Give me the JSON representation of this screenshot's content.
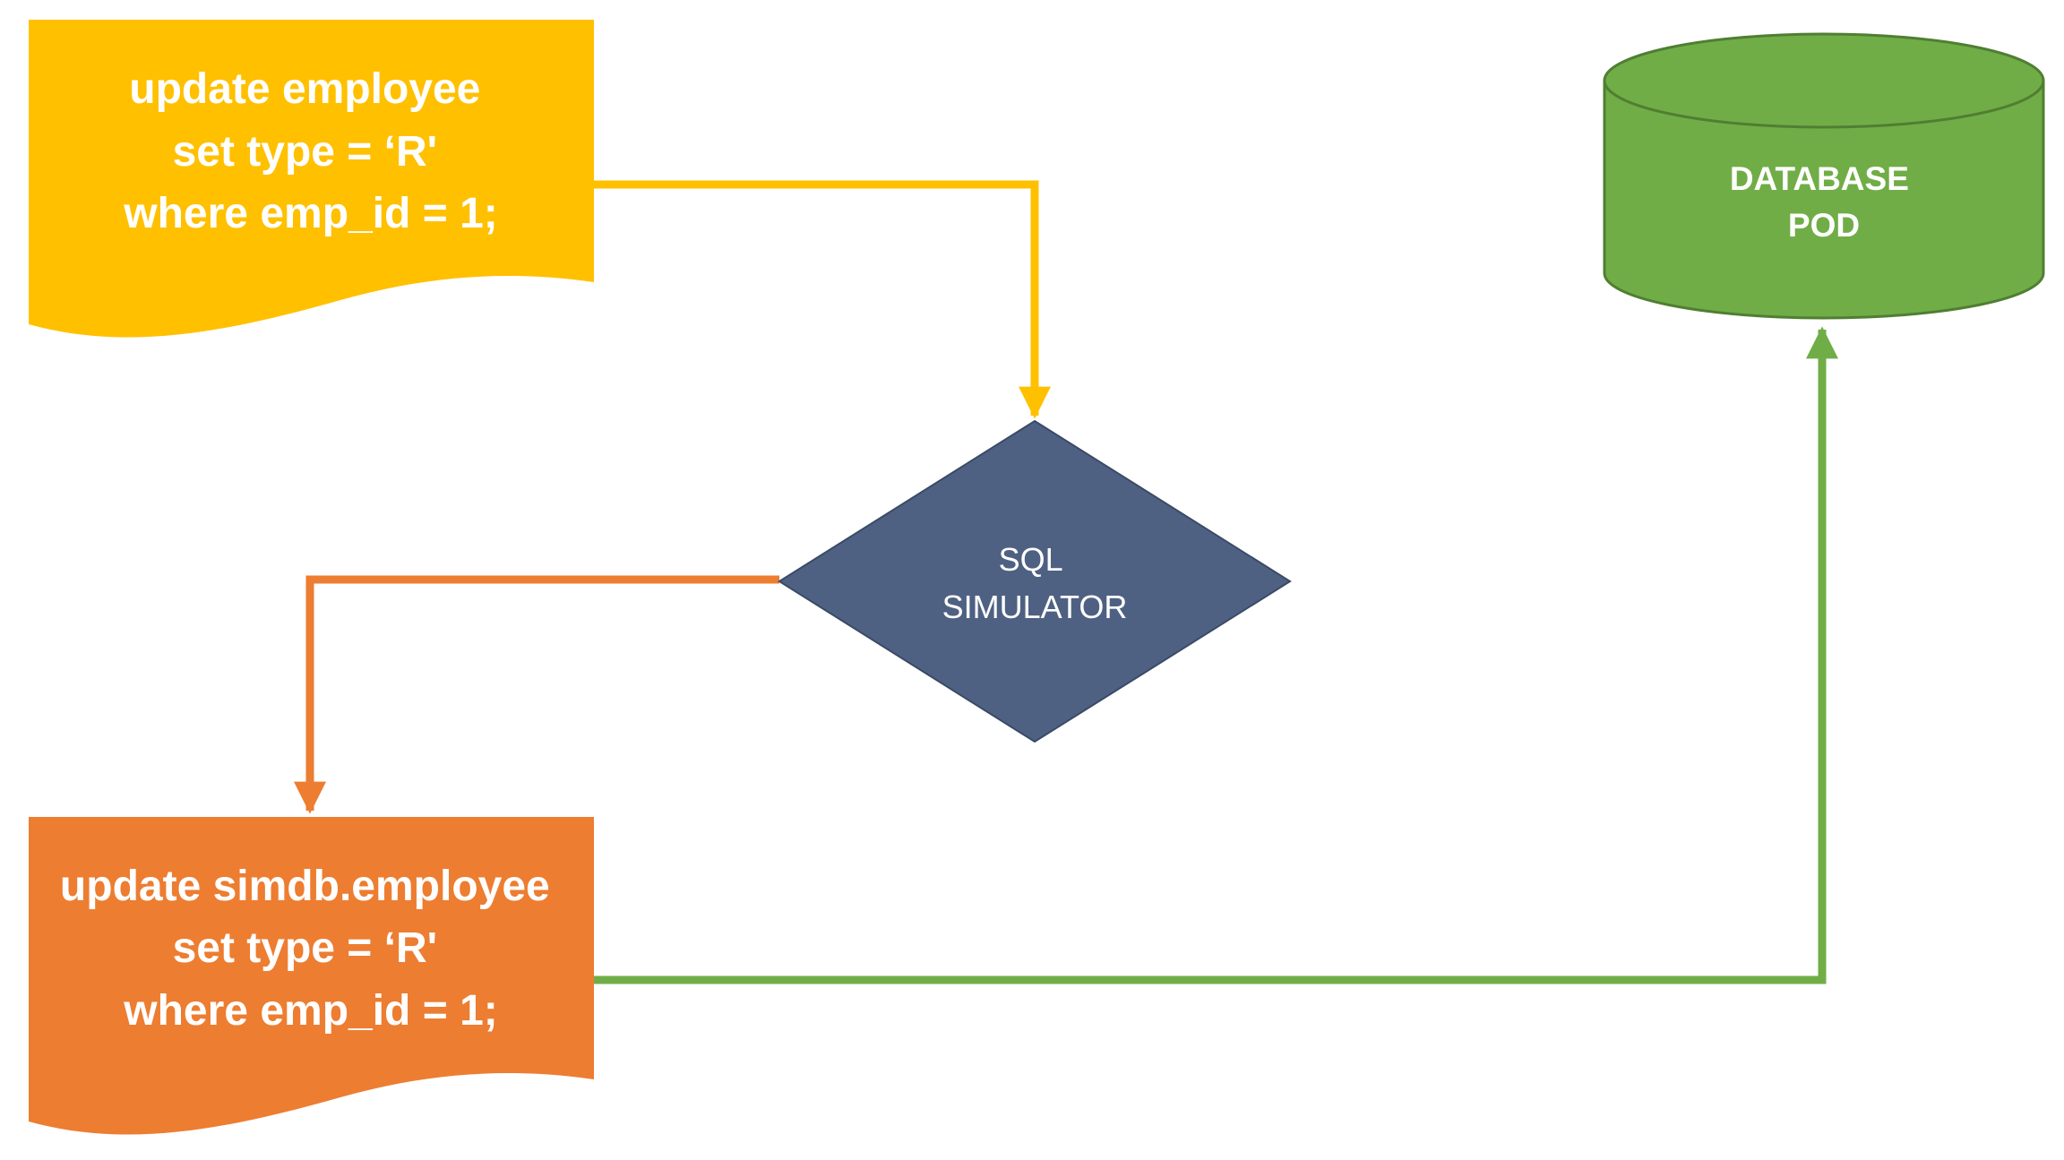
{
  "colors": {
    "source_doc": "#FFC000",
    "simulator": "#4F6182",
    "output_doc": "#ED7D31",
    "database": "#70AD47",
    "database_stroke": "#507E32"
  },
  "source_query": {
    "line1": "update employee",
    "line2": "set type = ‘R'",
    "line3": "where emp_id = 1;"
  },
  "simulator": {
    "line1": "SQL",
    "line2": "SIMULATOR"
  },
  "output_query": {
    "line1": "update simdb.employee",
    "line2": "set type = ‘R'",
    "line3": "where emp_id = 1;"
  },
  "database": {
    "line1": "DATABASE",
    "line2": "POD"
  }
}
